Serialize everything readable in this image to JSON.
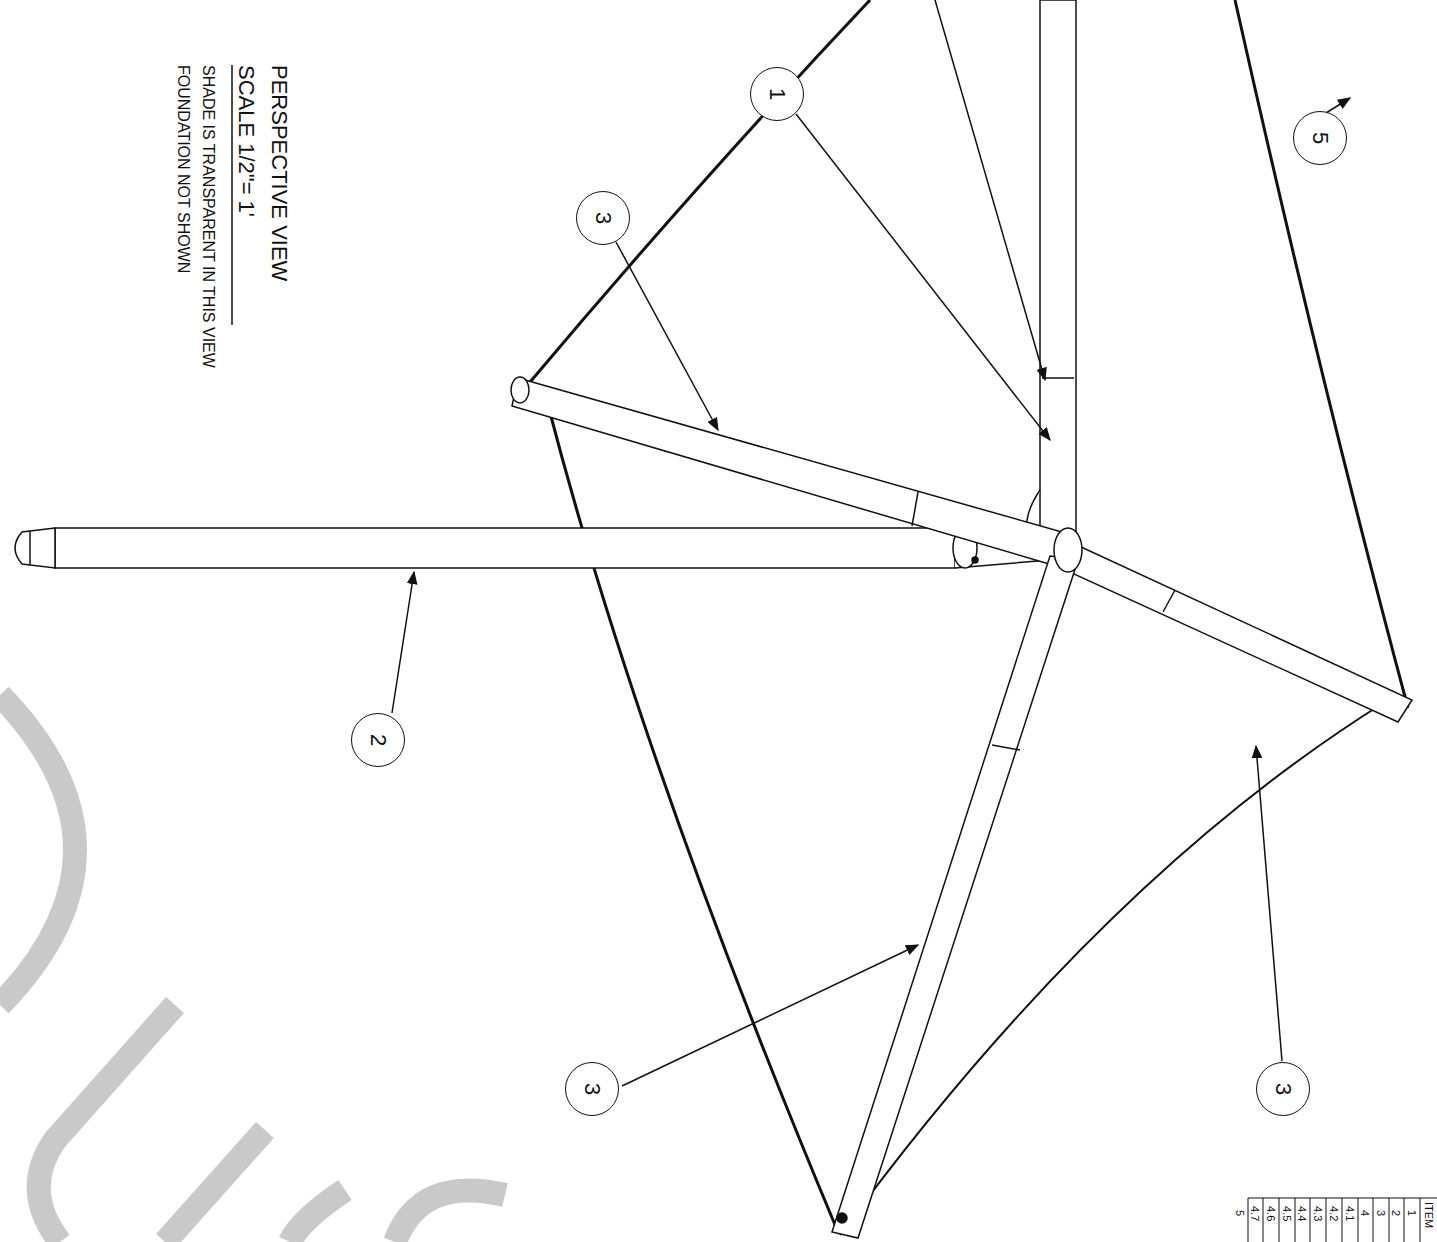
{
  "diagram": {
    "nodes": [
      {
        "text": [
          "1"
        ]
      },
      {
        "text": [
          "5"
        ]
      },
      {
        "text": [
          "3"
        ]
      },
      {
        "text": [
          "2"
        ]
      },
      {
        "text": [
          "3"
        ]
      },
      {
        "text": [
          "3"
        ]
      }
    ],
    "labels": [
      "PERSPECTIVE VIEW",
      "SCALE 1/2\"= 1'",
      "SHADE IS TRANSPARENT IN THIS VIEW",
      "FOUNDATION NOT SHOWN",
      "ITEM",
      "1",
      "2",
      "3",
      "4",
      "4.1",
      "4.2",
      "4.3",
      "4.4",
      "4.5",
      "4.6",
      "4.7",
      "5"
    ]
  }
}
